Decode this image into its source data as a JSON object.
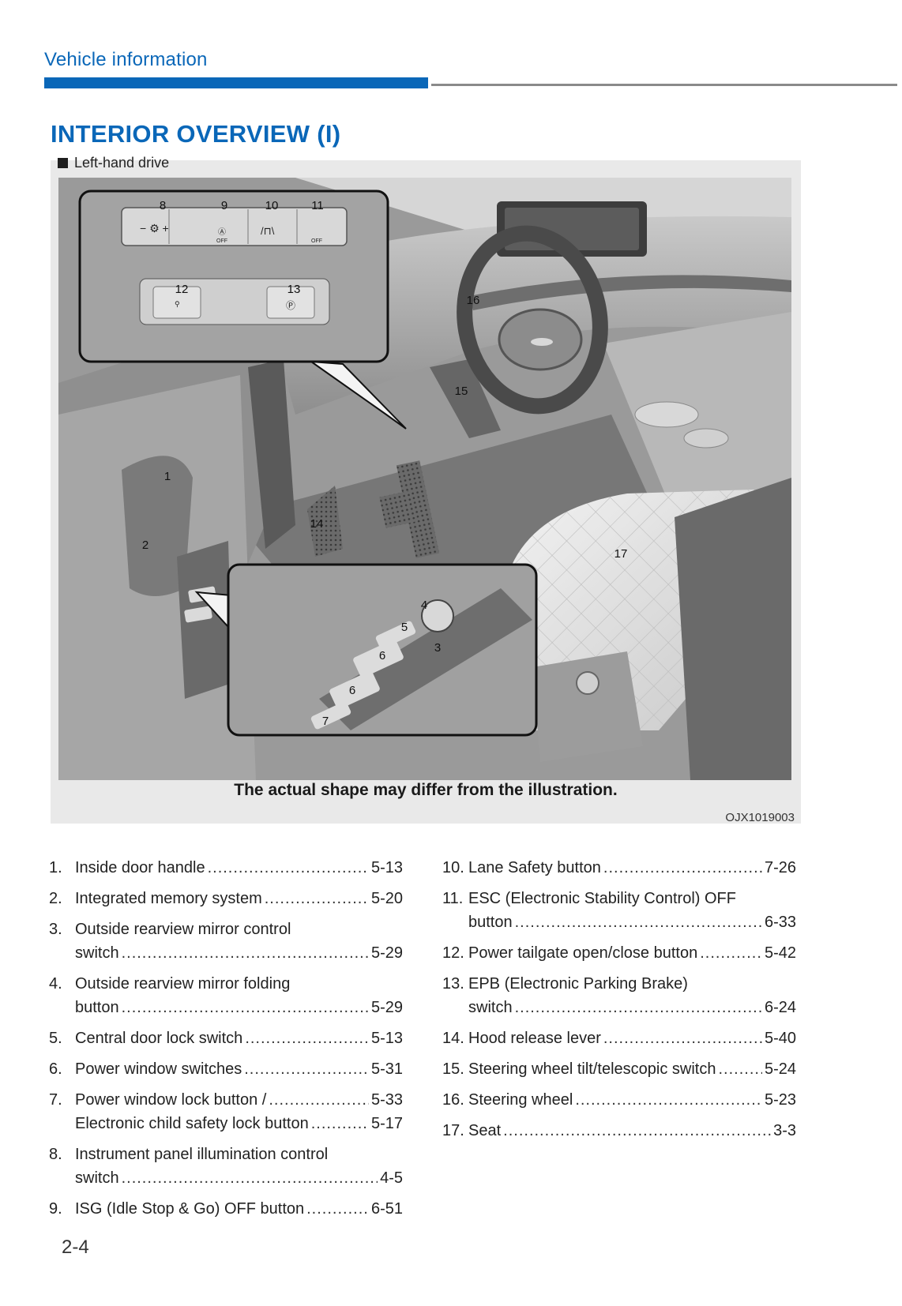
{
  "header": {
    "section_title": "Vehicle information"
  },
  "page_heading": "INTERIOR OVERVIEW (I)",
  "figure": {
    "drive_label": "Left-hand drive",
    "caption": "The actual shape may differ from the illustration.",
    "figure_code": "OJX1019003",
    "callouts": [
      "1",
      "2",
      "3",
      "4",
      "5",
      "6",
      "6",
      "7",
      "8",
      "9",
      "10",
      "11",
      "12",
      "13",
      "14",
      "15",
      "16",
      "17"
    ]
  },
  "items_left": [
    {
      "num": "1.",
      "lines": [
        {
          "text": "Inside door handle",
          "page": "5-13"
        }
      ]
    },
    {
      "num": "2.",
      "lines": [
        {
          "text": "Integrated memory system ",
          "page": "5-20"
        }
      ]
    },
    {
      "num": "3.",
      "lines": [
        {
          "text": "Outside rearview mirror control"
        },
        {
          "text": "switch ",
          "page": "5-29"
        }
      ]
    },
    {
      "num": "4.",
      "lines": [
        {
          "text": "Outside rearview mirror folding"
        },
        {
          "text": "button",
          "page": "5-29"
        }
      ]
    },
    {
      "num": "5.",
      "lines": [
        {
          "text": "Central door lock switch ",
          "page": "5-13"
        }
      ]
    },
    {
      "num": "6.",
      "lines": [
        {
          "text": "Power window switches ",
          "page": "5-31"
        }
      ]
    },
    {
      "num": "7.",
      "lines": [
        {
          "text": "Power window lock button / ",
          "page": "5-33"
        },
        {
          "text": "Electronic child safety lock button",
          "page": "5-17"
        }
      ]
    },
    {
      "num": "8.",
      "lines": [
        {
          "text": "Instrument panel illumination control"
        },
        {
          "text": "switch ",
          "page": "4-5"
        }
      ]
    },
    {
      "num": "9.",
      "lines": [
        {
          "text": "ISG (Idle Stop & Go) OFF button",
          "page": "6-51"
        }
      ]
    }
  ],
  "items_right": [
    {
      "num": "10.",
      "lines": [
        {
          "text": "Lane Safety button ",
          "page": "7-26"
        }
      ]
    },
    {
      "num": "11.",
      "lines": [
        {
          "text": "ESC (Electronic Stability Control) OFF"
        },
        {
          "text": "button",
          "page": "6-33"
        }
      ]
    },
    {
      "num": "12.",
      "lines": [
        {
          "text": "Power tailgate open/close button",
          "page": "5-42"
        }
      ]
    },
    {
      "num": "13.",
      "lines": [
        {
          "text": "EPB (Electronic Parking Brake)"
        },
        {
          "text": "switch ",
          "page": "6-24"
        }
      ]
    },
    {
      "num": "14.",
      "lines": [
        {
          "text": "Hood release lever",
          "page": "5-40"
        }
      ]
    },
    {
      "num": "15.",
      "lines": [
        {
          "text": "Steering wheel tilt/telescopic switch",
          "page": "5-24"
        }
      ]
    },
    {
      "num": "16.",
      "lines": [
        {
          "text": "Steering wheel",
          "page": "5-23"
        }
      ]
    },
    {
      "num": "17.",
      "lines": [
        {
          "text": "Seat",
          "page": "3-3"
        }
      ]
    }
  ],
  "page_number": "2-4"
}
